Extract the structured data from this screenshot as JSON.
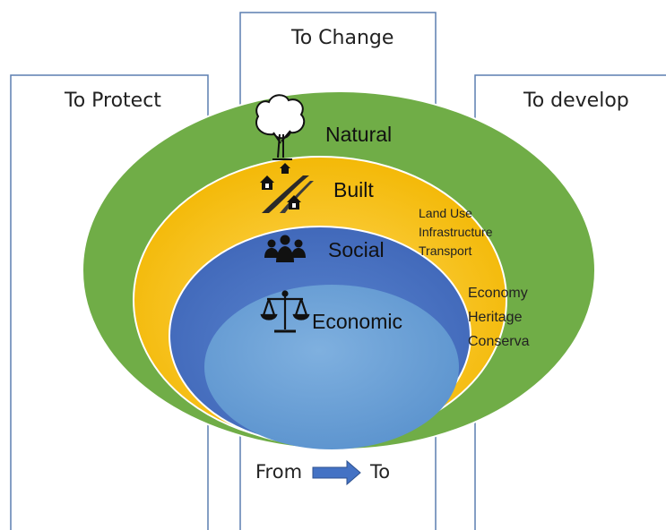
{
  "columns": {
    "left_title": "To Protect",
    "center_title": "To Change",
    "right_title": "To develop"
  },
  "rings": {
    "natural": {
      "label": "Natural",
      "color": "#70AD47",
      "icon": "tree-icon"
    },
    "built": {
      "label": "Built",
      "color": "#FFC000",
      "icon": "houses-road-icon"
    },
    "social": {
      "label": "Social",
      "color": "#4472C4",
      "icon": "people-group-icon"
    },
    "economic": {
      "label": "Economic",
      "color": "#5B9BD5",
      "icon": "balance-scale-icon"
    }
  },
  "built_notes": [
    "Land Use",
    "Infrastructure",
    "Transport"
  ],
  "economic_notes": [
    "Economy",
    "Heritage",
    "Conserva"
  ],
  "footer": {
    "from": "From",
    "to": "To",
    "arrow_icon": "right-arrow-icon",
    "arrow_color": "#4472C4"
  }
}
